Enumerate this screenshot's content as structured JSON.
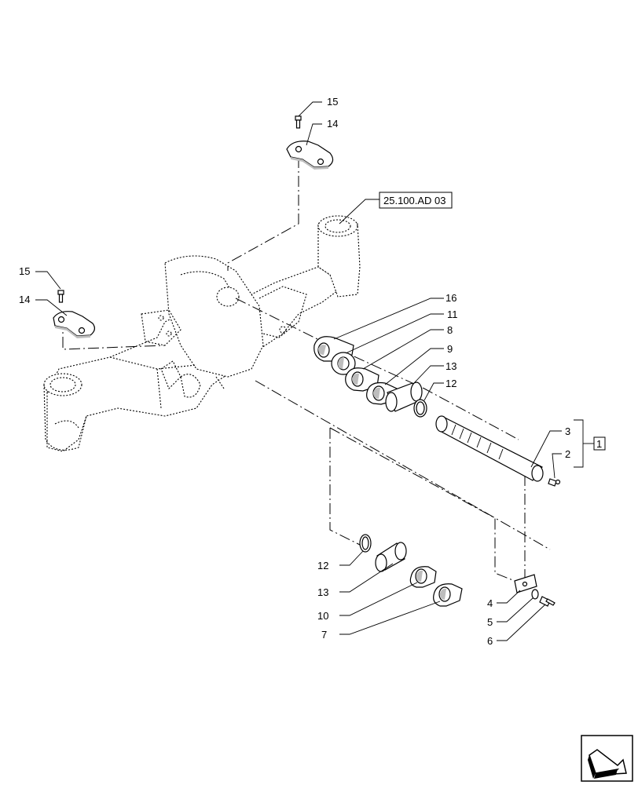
{
  "reference_label": "25.100.AD 03",
  "kit_label": "1",
  "callouts": {
    "c15_top": "15",
    "c14_top": "14",
    "c15_left": "15",
    "c14_left": "14",
    "c16": "16",
    "c11": "11",
    "c8": "8",
    "c9": "9",
    "c13_right": "13",
    "c12_right": "12",
    "c3": "3",
    "c2": "2",
    "c12_bottom": "12",
    "c13_bottom": "13",
    "c10": "10",
    "c7": "7",
    "c4": "4",
    "c5": "5",
    "c6": "6"
  },
  "icons": {
    "navigation": "next-page-arrow-icon"
  }
}
